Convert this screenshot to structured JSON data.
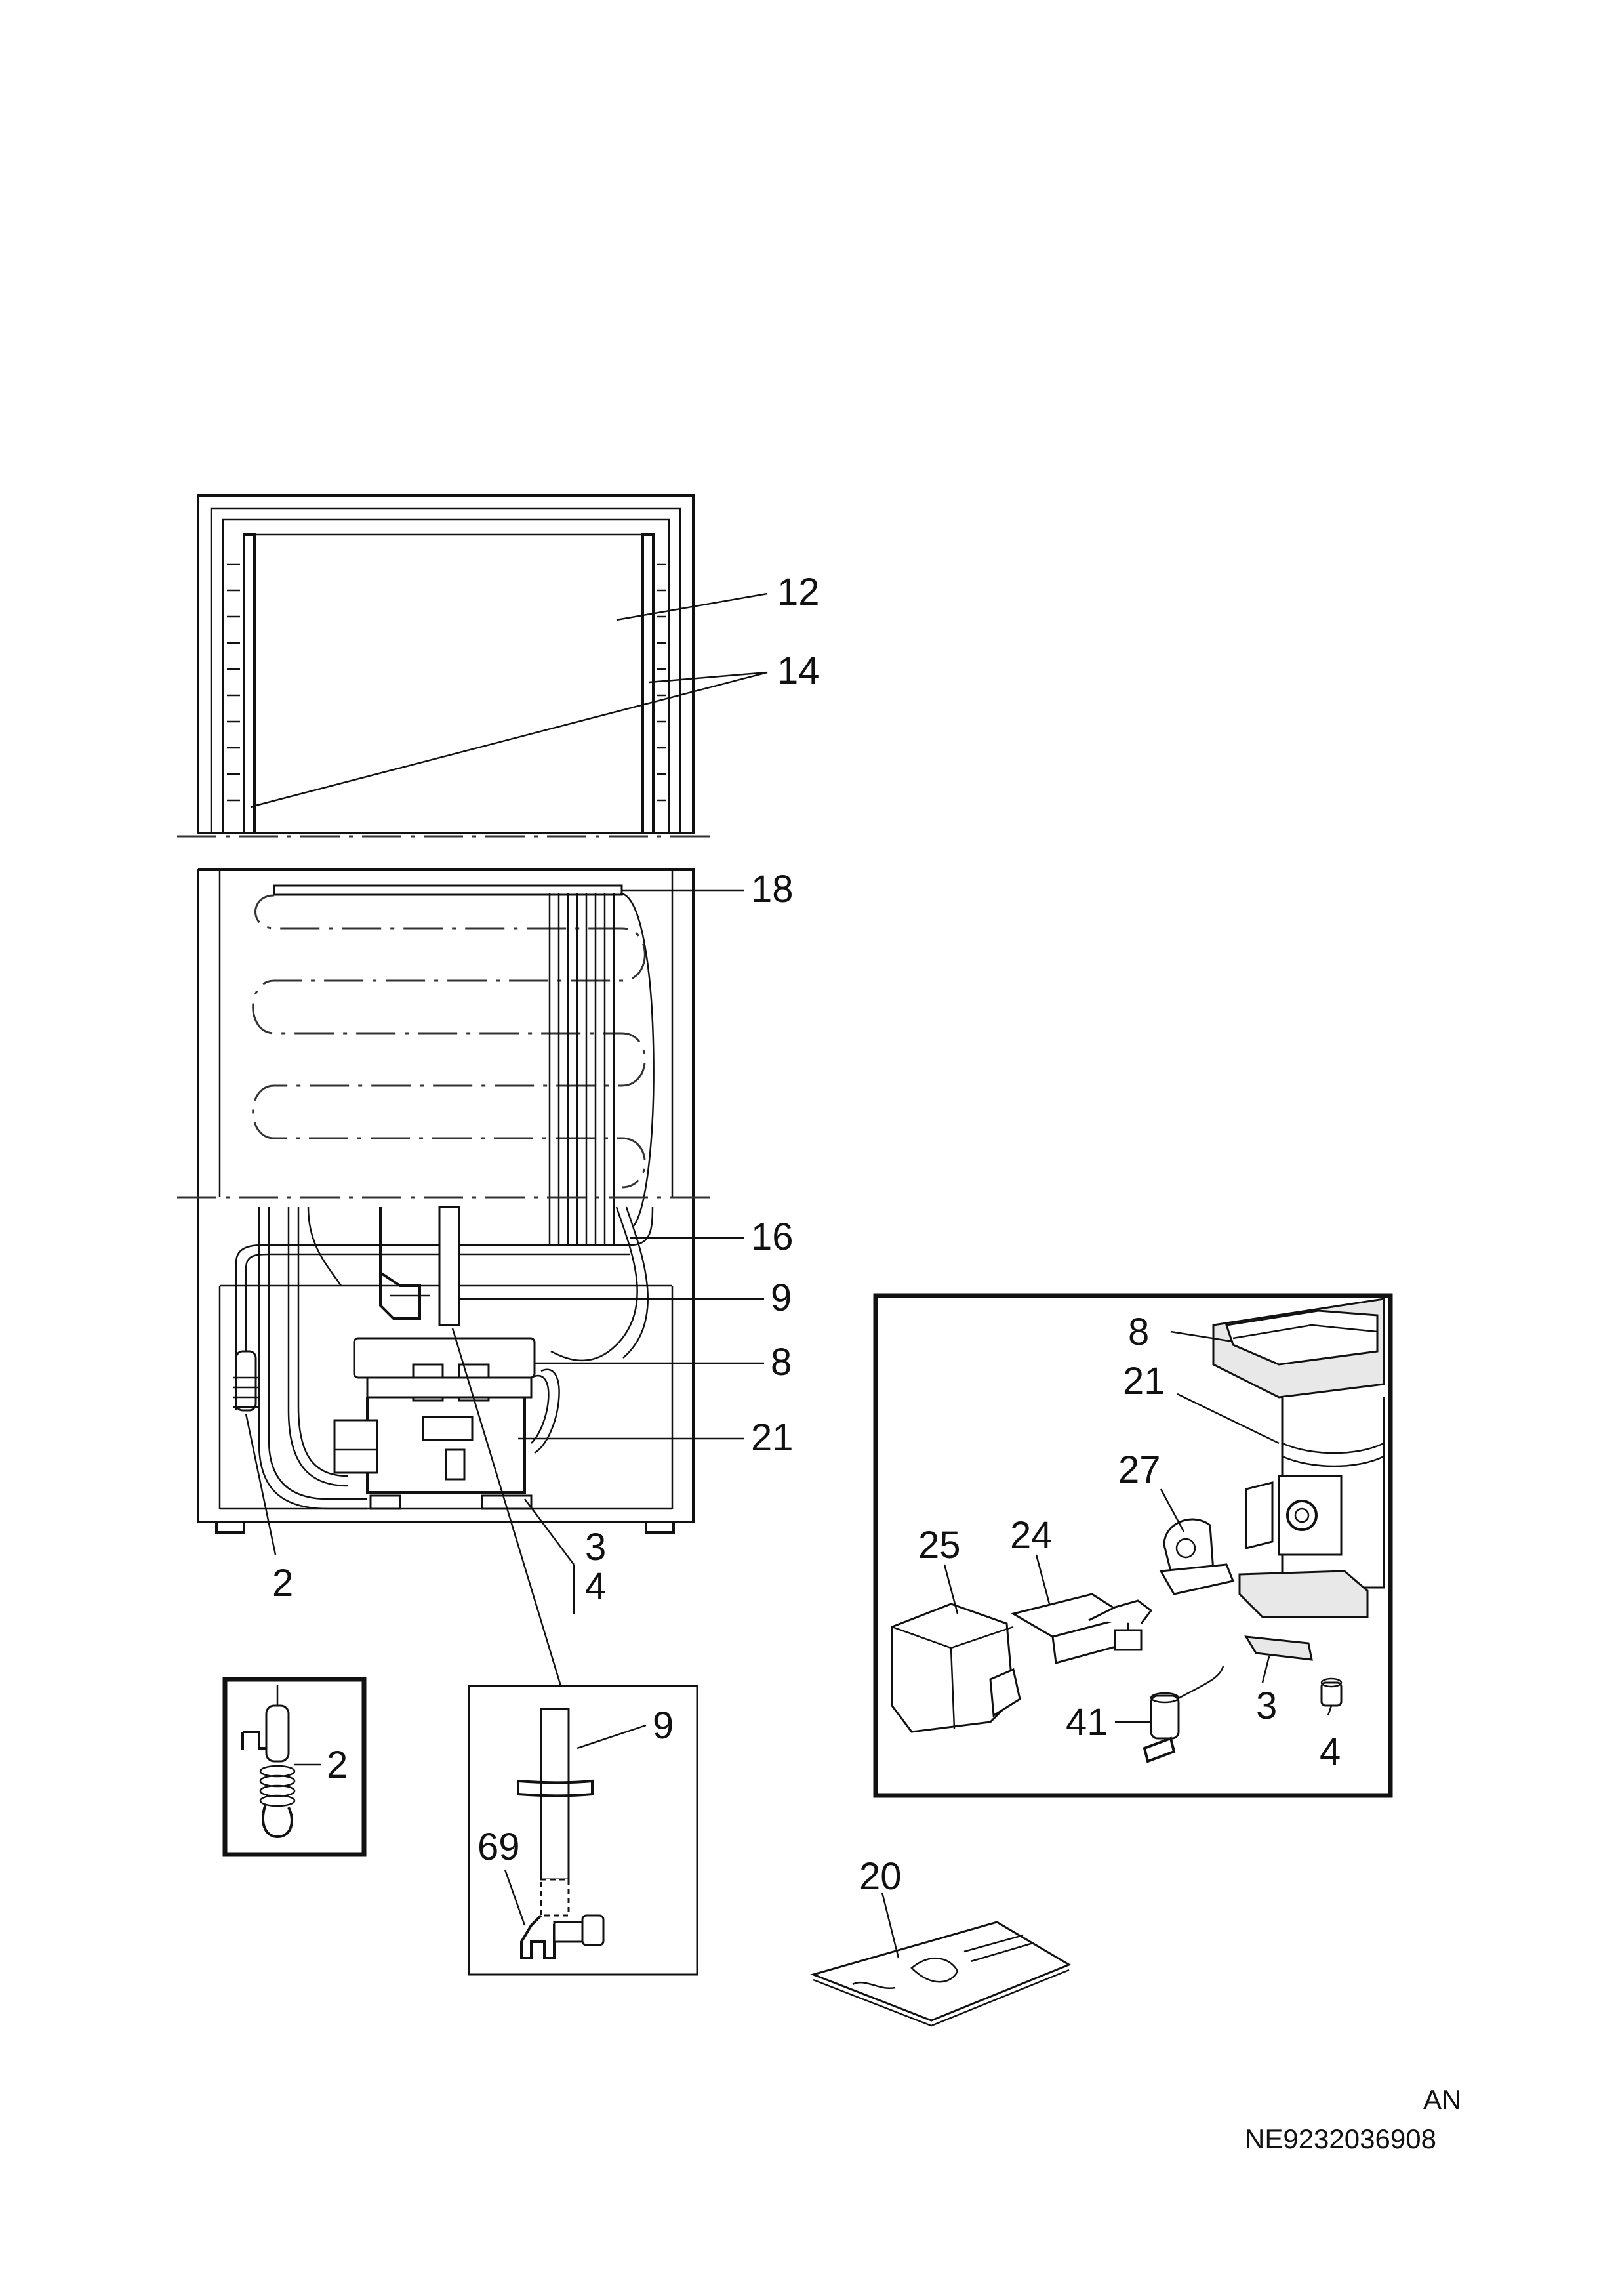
{
  "callouts": {
    "c12": "12",
    "c14": "14",
    "c18": "18",
    "c16": "16",
    "c9": "9",
    "c8": "8",
    "c21": "21",
    "c3": "3",
    "c4": "4",
    "c2": "2"
  },
  "inset_thermostat": {
    "c2": "2"
  },
  "inset_pipe": {
    "c9": "9",
    "c69": "69"
  },
  "inset_compressor": {
    "c8": "8",
    "c21": "21",
    "c27": "27",
    "c25": "25",
    "c24": "24",
    "c41": "41",
    "c3": "3",
    "c4": "4"
  },
  "manual": {
    "c20": "20"
  },
  "footer": {
    "code": "AN",
    "ref": "NE9232036908"
  }
}
